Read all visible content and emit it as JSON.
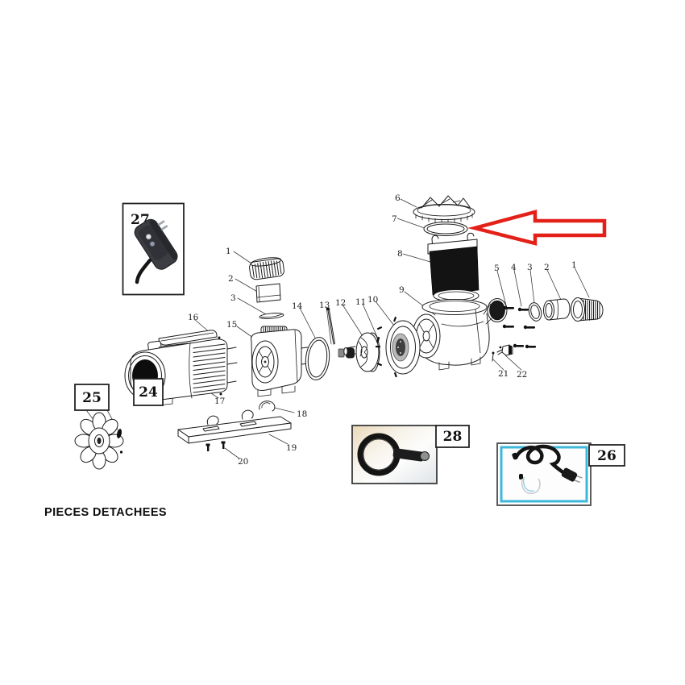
{
  "footer": {
    "title": "PIECES DETACHEES"
  },
  "colors": {
    "arrow_red": "#e32119",
    "photo_frame_cyan": "#3fb7da",
    "line": "#1c1c1c"
  },
  "labels": {
    "p1": "1",
    "p2": "2",
    "p3": "3",
    "p15": "15",
    "p14": "14",
    "p13": "13",
    "p12": "12",
    "p11": "11",
    "p10": "10",
    "p6": "6",
    "p7": "7",
    "p8": "8",
    "p9": "9",
    "r5": "5",
    "r4": "4",
    "r3": "3",
    "r2": "2",
    "r1": "1",
    "p21": "21",
    "p22": "22",
    "p16": "16",
    "p17": "17",
    "p18": "18",
    "p19": "19",
    "p20": "20"
  },
  "callouts": {
    "c24": "24",
    "c25": "25",
    "c26": "26",
    "c27": "27",
    "c28": "28"
  }
}
